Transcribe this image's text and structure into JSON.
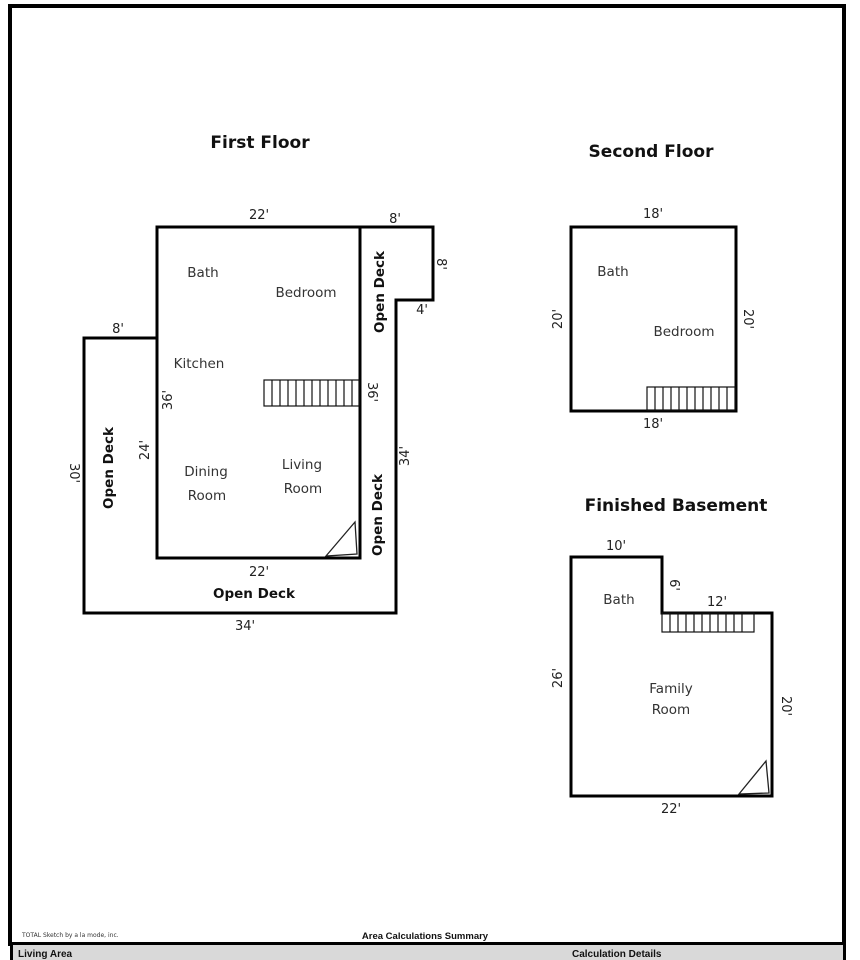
{
  "floors": {
    "first": {
      "title": "First Floor",
      "rooms": [
        "Bath",
        "Bedroom",
        "Kitchen",
        "Dining",
        "Room",
        "Living",
        "Room"
      ],
      "decks": [
        "Open Deck",
        "Open Deck",
        "Open Deck",
        "Open Deck"
      ],
      "dims": {
        "top": "22'",
        "bottom": "22'",
        "deck_top": "8'",
        "deck_right_short": "8'",
        "deck_step": "4'",
        "left_deck_top": "8'",
        "inner_left": "36'",
        "inner_left_lower": "24'",
        "inner_right": "36'",
        "outer_left": "30'",
        "outer_right": "34'",
        "outer_bottom": "34'"
      }
    },
    "second": {
      "title": "Second Floor",
      "rooms": [
        "Bath",
        "Bedroom"
      ],
      "dims": {
        "top": "18'",
        "bottom": "18'",
        "left": "20'",
        "right": "20'"
      }
    },
    "basement": {
      "title": "Finished Basement",
      "rooms": [
        "Bath",
        "Family",
        "Room"
      ],
      "dims": {
        "top": "10'",
        "step": "6'",
        "step_top": "12'",
        "left": "26'",
        "right": "20'",
        "bottom": "22'"
      }
    }
  },
  "footer": {
    "credit": "TOTAL Sketch by a la mode, inc.",
    "summary_title": "Area Calculations Summary",
    "col_left": "Living Area",
    "col_right": "Calculation Details"
  }
}
